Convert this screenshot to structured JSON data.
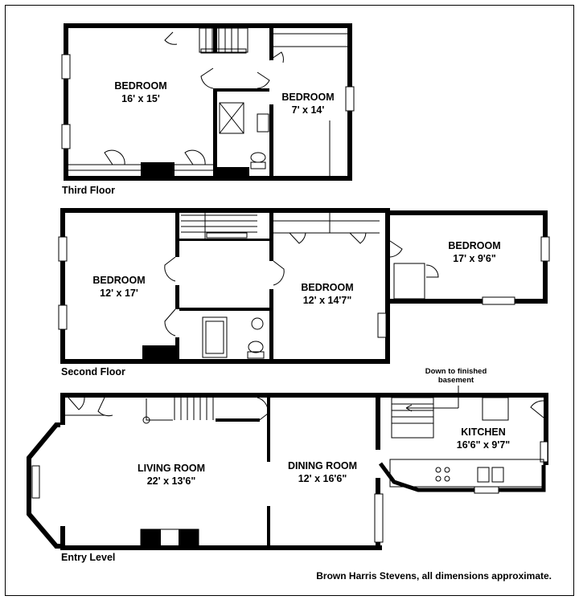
{
  "floors": {
    "third": {
      "label": "Third Floor",
      "rooms": [
        {
          "name": "BEDROOM",
          "size": "16' x 15'"
        },
        {
          "name": "BEDROOM",
          "size": "7' x 14'"
        }
      ]
    },
    "second": {
      "label": "Second Floor",
      "rooms": [
        {
          "name": "BEDROOM",
          "size": "12' x 17'"
        },
        {
          "name": "BEDROOM",
          "size": "12' x 14'7\""
        },
        {
          "name": "BEDROOM",
          "size": "17' x 9'6\""
        }
      ]
    },
    "entry": {
      "label": "Entry Level",
      "rooms": [
        {
          "name": "LIVING ROOM",
          "size": "22' x 13'6\""
        },
        {
          "name": "DINING ROOM",
          "size": "12' x 16'6\""
        },
        {
          "name": "KITCHEN",
          "size": "16'6\" x 9'7\""
        }
      ],
      "basement_note": [
        "Down to finished",
        "basement"
      ]
    }
  },
  "credit": "Brown Harris Stevens, all dimensions approximate."
}
